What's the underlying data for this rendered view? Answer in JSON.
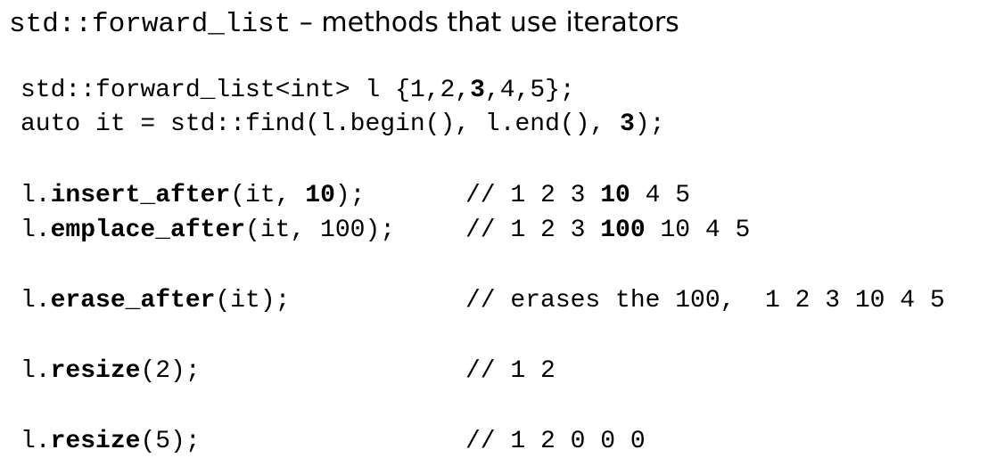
{
  "title": {
    "code": "std::forward_list",
    "separator": " – ",
    "text": "methods that use iterators"
  },
  "setup": {
    "decl_a": "std::forward_list<int> l {1,2,",
    "decl_b": "3",
    "decl_c": ",4,5};",
    "find_a": "auto it = std::find(l.begin(), l.end(), ",
    "find_b": "3",
    "find_c": ");"
  },
  "insert_after": {
    "obj": "l.",
    "method": "insert_after",
    "args_a": "(it, ",
    "args_b": "10",
    "args_c": ");",
    "cmt_a": "// 1 2 3 ",
    "cmt_b": "10",
    "cmt_c": " 4 5"
  },
  "emplace_after": {
    "obj": "l.",
    "method": "emplace_after",
    "args": "(it, 100);",
    "cmt_a": "// 1 2 3 ",
    "cmt_b": "100",
    "cmt_c": " 10 4 5"
  },
  "erase_after": {
    "obj": "l.",
    "method": "erase_after",
    "args": "(it);",
    "comment": "// erases the 100,  1 2 3 10 4 5"
  },
  "resize_2": {
    "obj": "l.",
    "method": "resize",
    "args": "(2);",
    "comment": "// 1 2"
  },
  "resize_5": {
    "obj": "l.",
    "method": "resize",
    "args": "(5);",
    "comment": "// 1 2 0 0 0"
  }
}
